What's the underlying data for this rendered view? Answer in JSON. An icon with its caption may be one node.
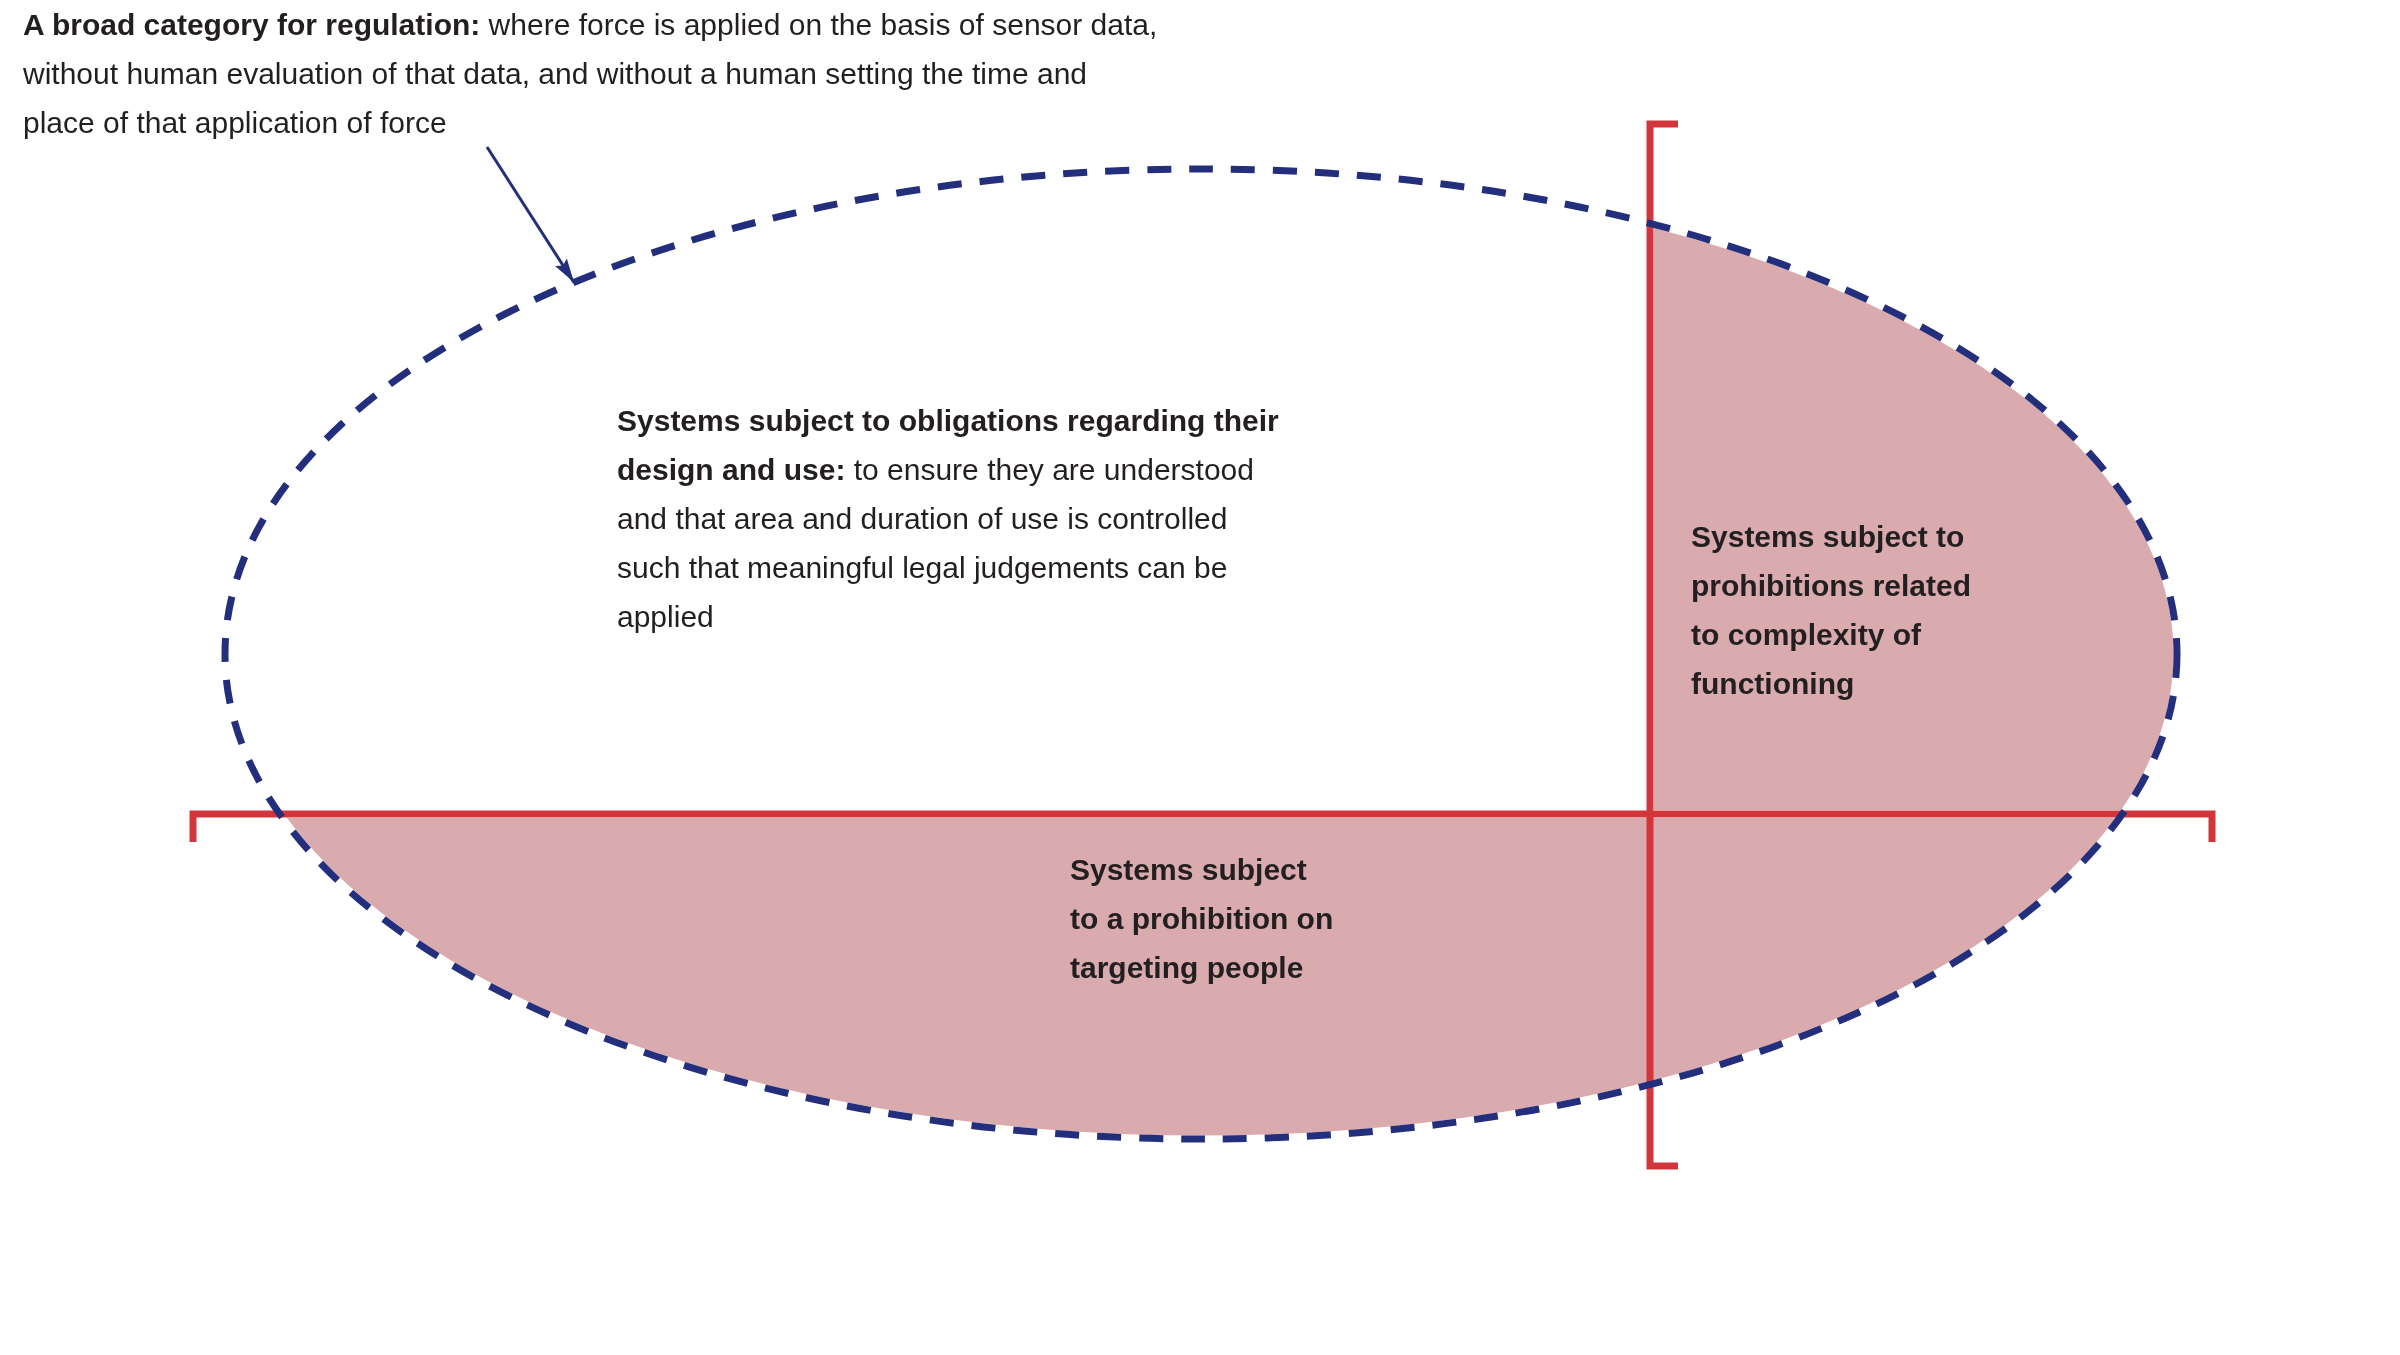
{
  "diagram": {
    "nodes": [
      {
        "text": [
          "**A broad category for regulation:** where force is applied on the basis of sensor data, without human evaluation of that data, and without a human setting the time and place of that application of force"
        ]
      },
      {
        "text": [
          "**Systems subject to obligations regarding their design and use:** to ensure they are understood and that area and duration of use is controlled such that meaningful legal judgements can be applied"
        ]
      },
      {
        "text": [
          "Systems subject to prohibitions related to complexity of functioning"
        ],
        "in": 1
      },
      {
        "text": [
          "Systems subject to a prohibition on targeting people"
        ],
        "in": 1
      }
    ],
    "edges": [
      {
        "from": 0,
        "to": 1,
        "arrow": "to"
      }
    ]
  }
}
